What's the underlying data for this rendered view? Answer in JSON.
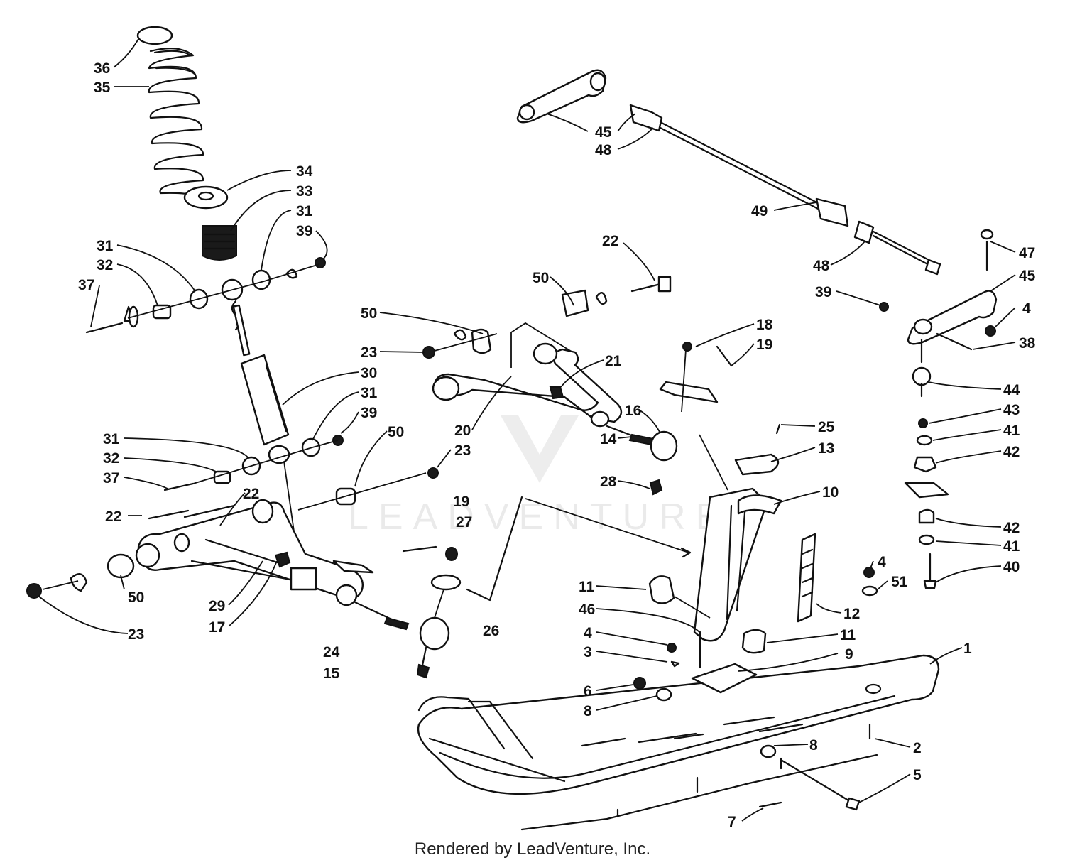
{
  "watermark": "LEADVENTURE",
  "footer": "Rendered by LeadVenture, Inc.",
  "callouts": {
    "c1": "1",
    "c2": "2",
    "c3": "3",
    "c4a": "4",
    "c4b": "4",
    "c4c": "4",
    "c5": "5",
    "c6": "6",
    "c7": "7",
    "c8a": "8",
    "c8b": "8",
    "c9": "9",
    "c10": "10",
    "c11a": "11",
    "c11b": "11",
    "c12": "12",
    "c13": "13",
    "c14": "14",
    "c15": "15",
    "c16": "16",
    "c17": "17",
    "c18": "18",
    "c19a": "19",
    "c19b": "19",
    "c20": "20",
    "c21": "21",
    "c22a": "22",
    "c22b": "22",
    "c22c": "22",
    "c23a": "23",
    "c23b": "23",
    "c23c": "23",
    "c24": "24",
    "c25": "25",
    "c26": "26",
    "c27": "27",
    "c28": "28",
    "c29": "29",
    "c30": "30",
    "c31a": "31",
    "c31b": "31",
    "c31c": "31",
    "c31d": "31",
    "c32a": "32",
    "c32b": "32",
    "c33": "33",
    "c34": "34",
    "c35": "35",
    "c36": "36",
    "c37a": "37",
    "c37b": "37",
    "c38": "38",
    "c39a": "39",
    "c39b": "39",
    "c39c": "39",
    "c40": "40",
    "c41a": "41",
    "c41b": "41",
    "c42a": "42",
    "c42b": "42",
    "c43": "43",
    "c44": "44",
    "c45a": "45",
    "c45b": "45",
    "c46": "46",
    "c47": "47",
    "c48a": "48",
    "c48b": "48",
    "c49": "49",
    "c50a": "50",
    "c50b": "50",
    "c50c": "50",
    "c50d": "50",
    "c51": "51"
  }
}
